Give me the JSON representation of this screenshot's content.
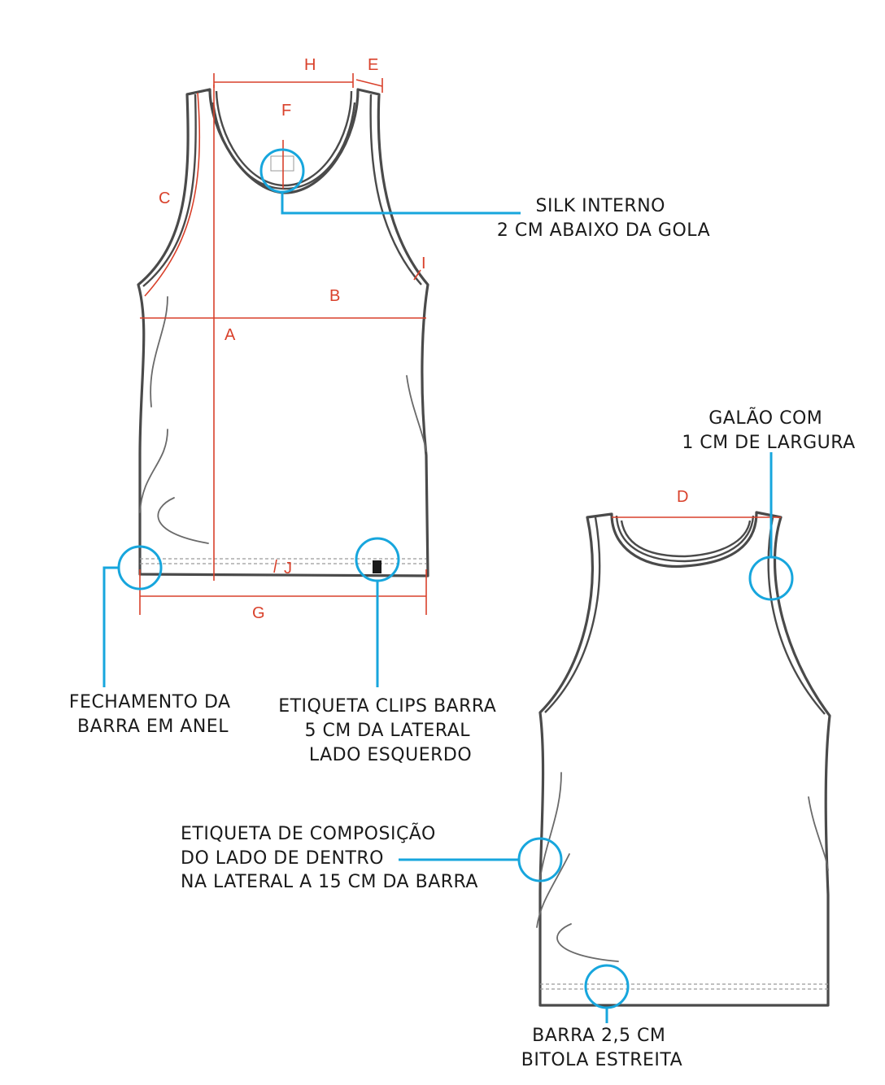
{
  "measure_labels": {
    "a": "A",
    "b": "B",
    "c": "C",
    "d": "D",
    "e": "E",
    "f": "F",
    "g": "G",
    "h": "H",
    "i": "I",
    "j": "J"
  },
  "notes": {
    "silk": [
      "SILK INTERNO",
      "2 CM ABAIXO DA GOLA"
    ],
    "galao": [
      "GALÃO COM",
      "1 CM DE LARGURA"
    ],
    "fechamento": [
      "FECHAMENTO DA",
      "BARRA EM ANEL"
    ],
    "etiqueta_clips": [
      "ETIQUETA CLIPS BARRA",
      "5 CM DA LATERAL",
      "LADO ESQUERDO"
    ],
    "composicao": [
      "ETIQUETA DE COMPOSIÇÃO",
      "DO LADO DE DENTRO",
      "NA LATERAL A 15 CM DA BARRA"
    ],
    "barra": [
      "BARRA 2,5 CM",
      "BITOLA ESTREITA"
    ]
  },
  "colors": {
    "measure": "#d9412b",
    "callout": "#17a6dd",
    "outline": "#4a4a4a"
  }
}
